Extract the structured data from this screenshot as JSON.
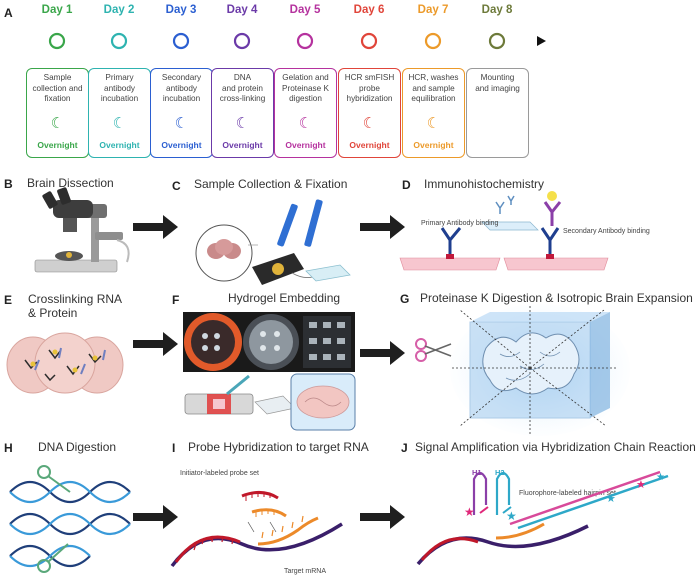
{
  "panels": {
    "a": {
      "label": "A"
    },
    "b": {
      "label": "B",
      "title": "Brain Dissection"
    },
    "c": {
      "label": "C",
      "title": "Sample Collection & Fixation"
    },
    "d": {
      "label": "D",
      "title": "Immunohistochemistry",
      "primary_text": "Primary Antibody binding",
      "secondary_text": "Secondary Antibody binding"
    },
    "e": {
      "label": "E",
      "title_line1": "Crosslinking RNA",
      "title_line2": "& Protein"
    },
    "f": {
      "label": "F",
      "title": "Hydrogel Embedding"
    },
    "g": {
      "label": "G",
      "title": "Proteinase K Digestion & Isotropic Brain Expansion"
    },
    "h": {
      "label": "H",
      "title": "DNA Digestion"
    },
    "i": {
      "label": "I",
      "title": "Probe Hybridization to target RNA",
      "probe_text": "Initiator-labeled probe set",
      "mrna_text": "Target mRNA"
    },
    "j": {
      "label": "J",
      "title": "Signal Amplification via Hybridization Chain Reaction",
      "hairpin_text": "Fluorophore-labeled hairpin set",
      "h1": "H1",
      "h2": "H2"
    }
  },
  "timeline": {
    "overnight_label": "Overnight",
    "days": [
      {
        "day": "Day 1",
        "color": "#3aa64a",
        "desc_lines": [
          "Sample",
          "collection and",
          "fixation"
        ],
        "overnight": true
      },
      {
        "day": "Day 2",
        "color": "#2eb3b0",
        "desc_lines": [
          "Primary",
          "antibody",
          "incubation"
        ],
        "overnight": true
      },
      {
        "day": "Day 3",
        "color": "#2b5fd1",
        "desc_lines": [
          "Secondary",
          "antibody",
          "incubation"
        ],
        "overnight": true
      },
      {
        "day": "Day 4",
        "color": "#6b3aa8",
        "desc_lines": [
          "DNA",
          "and protein",
          "cross-linking"
        ],
        "overnight": true
      },
      {
        "day": "Day 5",
        "color": "#b5329e",
        "desc_lines": [
          "Gelation and",
          "Proteinase K",
          "digestion"
        ],
        "overnight": true
      },
      {
        "day": "Day 6",
        "color": "#e0453a",
        "desc_lines": [
          "HCR smFISH",
          "probe",
          "hybridization"
        ],
        "overnight": true
      },
      {
        "day": "Day 7",
        "color": "#ec9a2a",
        "desc_lines": [
          "HCR, washes",
          "and sample",
          "equilibration"
        ],
        "overnight": true
      },
      {
        "day": "Day 8",
        "color": "#6d7a3a",
        "desc_lines": [
          "Mounting",
          "and imaging"
        ],
        "overnight": false
      }
    ]
  },
  "colors": {
    "arrow": "#1f1f1f",
    "card_border": "#9a9a9a"
  }
}
